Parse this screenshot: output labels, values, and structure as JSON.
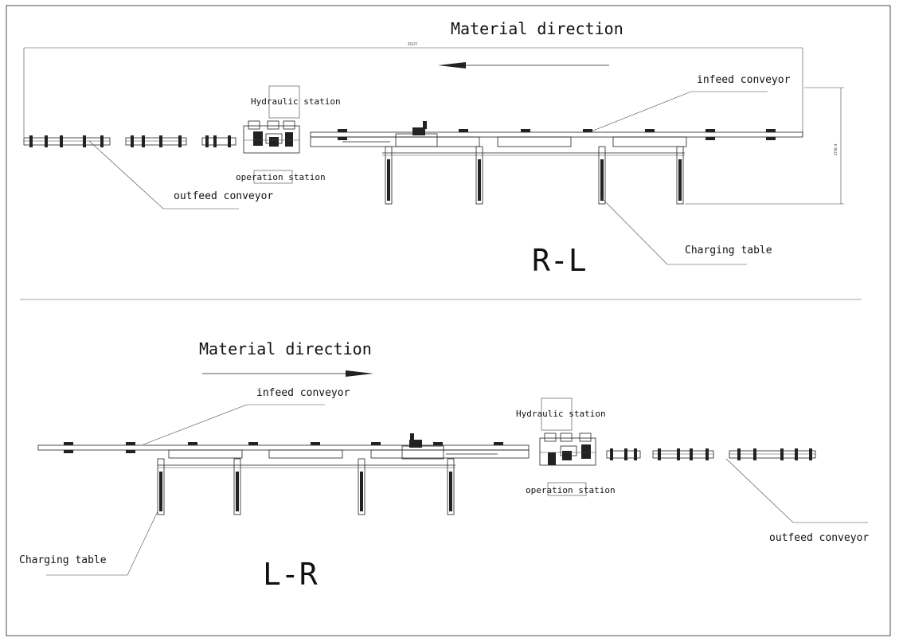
{
  "top": {
    "direction_label": "Material direction",
    "infeed_label": "infeed conveyor",
    "hydraulic_label": "Hydraulic station",
    "operation_label": "operation station",
    "outfeed_label": "outfeed conveyor",
    "charging_label": "Charging table",
    "layout_code": "R-L",
    "length_dim": "25377",
    "height_dim": "2716.9"
  },
  "bottom": {
    "direction_label": "Material direction",
    "infeed_label": "infeed conveyor",
    "hydraulic_label": "Hydraulic station",
    "operation_label": "operation station",
    "outfeed_label": "outfeed conveyor",
    "charging_label": "Charging table",
    "layout_code": "L-R"
  },
  "colors": {
    "line": "#222222",
    "background": "#ffffff"
  }
}
